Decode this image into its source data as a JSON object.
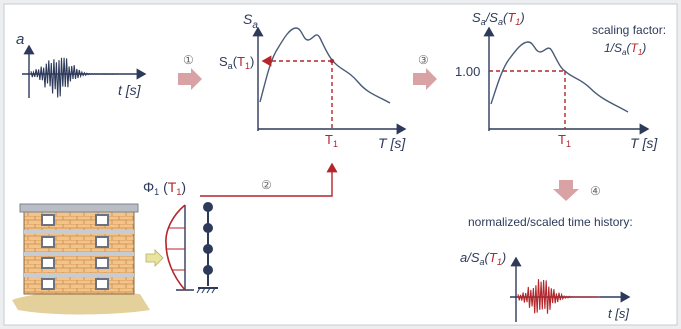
{
  "colors": {
    "background": "#eceef0",
    "panel": "#ffffff",
    "navy": "#2d3a5a",
    "red": "#b3262b",
    "arrow": "#d9a3a5",
    "brick": "#e8b070",
    "ground": "#e3d09a"
  },
  "step_labels": [
    "①",
    "②",
    "③",
    "④"
  ],
  "panel1": {
    "y_label": "a",
    "x_label": "t [s]"
  },
  "panel2": {
    "y_label_S": "S",
    "y_label_sub": "a",
    "point_label_S": "S",
    "point_label_sub": "a",
    "point_label_T": "T",
    "point_label_Tsub": "1",
    "period_label": "T",
    "period_sub": "1",
    "x_label": "T [s]"
  },
  "panel3": {
    "y_label": "S",
    "y_sub": "a",
    "y_slash": "/S",
    "y_sub2": "a",
    "y_T": "T",
    "y_Tsub": "1",
    "level_label": "1.00",
    "period_label": "T",
    "period_sub": "1",
    "x_label": "T [s]",
    "scaling_title": "scaling factor:",
    "scaling_1": "1/S",
    "scaling_sub": "a",
    "scaling_T": "T",
    "scaling_Tsub": "1"
  },
  "mode": {
    "phi": "Φ",
    "phi_sub": "1",
    "T": "T",
    "T_sub": "1"
  },
  "panel4": {
    "title": "normalized/scaled time history:",
    "y_a": "a/S",
    "y_sub": "a",
    "y_T": "T",
    "y_Tsub": "1",
    "x_label": "t [s]"
  },
  "icons": [
    "arrow-right-icon",
    "arrow-down-icon",
    "building-icon",
    "frame-model-icon"
  ]
}
